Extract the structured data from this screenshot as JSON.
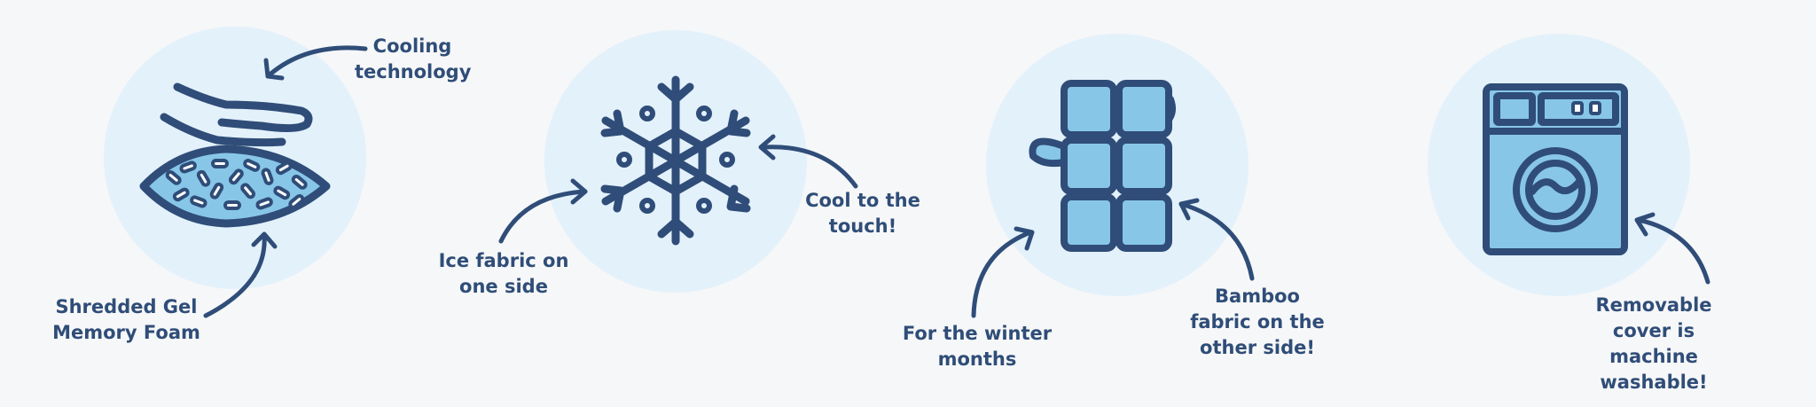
{
  "colors": {
    "background": "#f6f7f8",
    "circle": "#e3f1fb",
    "navy": "#2f4d78",
    "fill_blue": "#88c6e8",
    "white": "#ffffff"
  },
  "features": [
    {
      "icon": "gel-memory-foam-hand-icon",
      "labels": [
        "Cooling\ntechnology",
        "Shredded Gel\nMemory Foam"
      ]
    },
    {
      "icon": "snowflake-icon",
      "labels": [
        "Ice fabric on\none side",
        "Cool to the\ntouch!"
      ]
    },
    {
      "icon": "bamboo-icon",
      "labels": [
        "For the winter\nmonths",
        "Bamboo\nfabric on the\nother side!"
      ]
    },
    {
      "icon": "washing-machine-icon",
      "labels": [
        "Removable\ncover is machine\nwashable!"
      ]
    }
  ]
}
